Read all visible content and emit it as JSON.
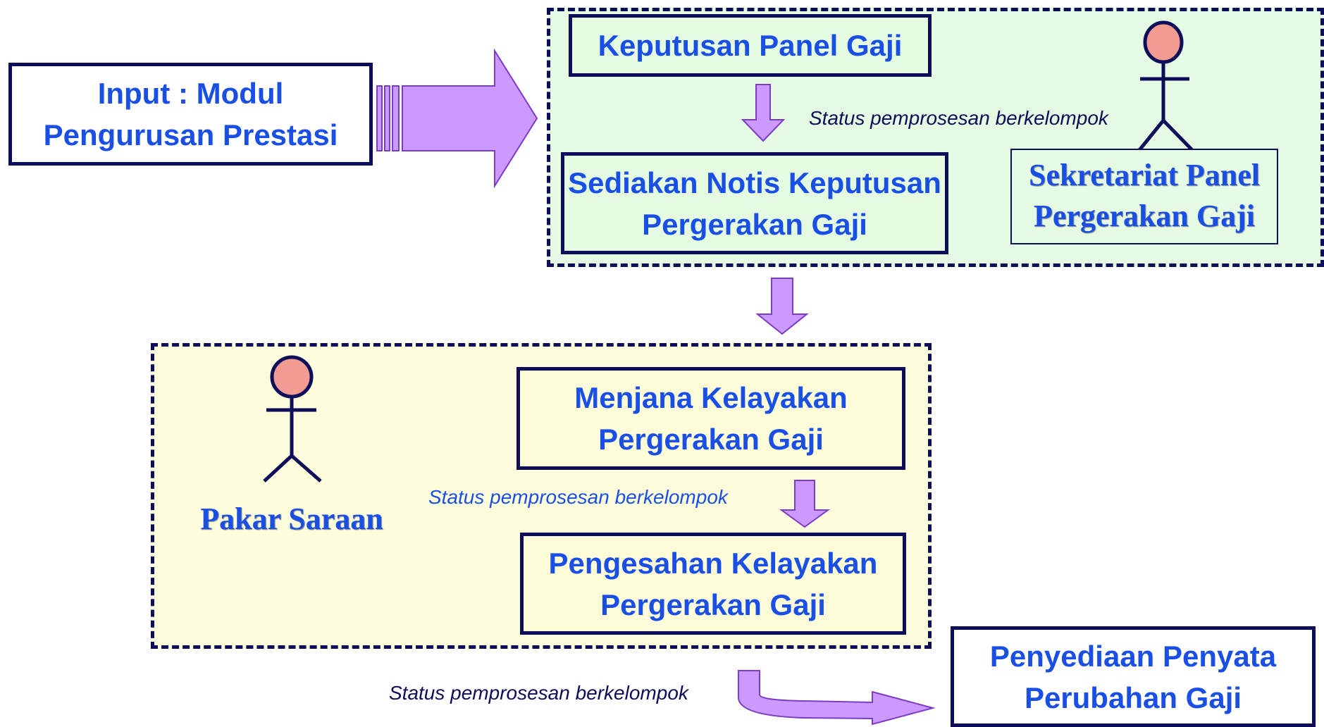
{
  "input_box": {
    "line1": "Input : Modul",
    "line2": "Pengurusan Prestasi"
  },
  "panel_region": {
    "step1": "Keputusan Panel Gaji",
    "status": "Status pemprosesan berkelompok",
    "step2_line1": "Sediakan Notis Keputusan",
    "step2_line2": "Pergerakan Gaji",
    "actor_line1": "Sekretariat Panel",
    "actor_line2": "Pergerakan Gaji"
  },
  "expert_region": {
    "actor": "Pakar Saraan",
    "step1_line1": "Menjana Kelayakan",
    "step1_line2": "Pergerakan Gaji",
    "status": "Status pemprosesan berkelompok",
    "step2_line1": "Pengesahan Kelayakan",
    "step2_line2": "Pergerakan Gaji"
  },
  "final": {
    "status": "Status pemprosesan berkelompok",
    "box_line1": "Penyediaan Penyata",
    "box_line2": "Perubahan Gaji"
  },
  "colors": {
    "border": "#0d0d59",
    "text_blue": "#1a4fe6",
    "arrow_fill": "#cc99ff",
    "arrow_stroke": "#7b3cc7",
    "actor_head": "#f29b93",
    "green_bg": "#e5fbe3",
    "yellow_bg": "#fefddc"
  },
  "icons": [
    "actor-icon",
    "arrow-icon"
  ]
}
